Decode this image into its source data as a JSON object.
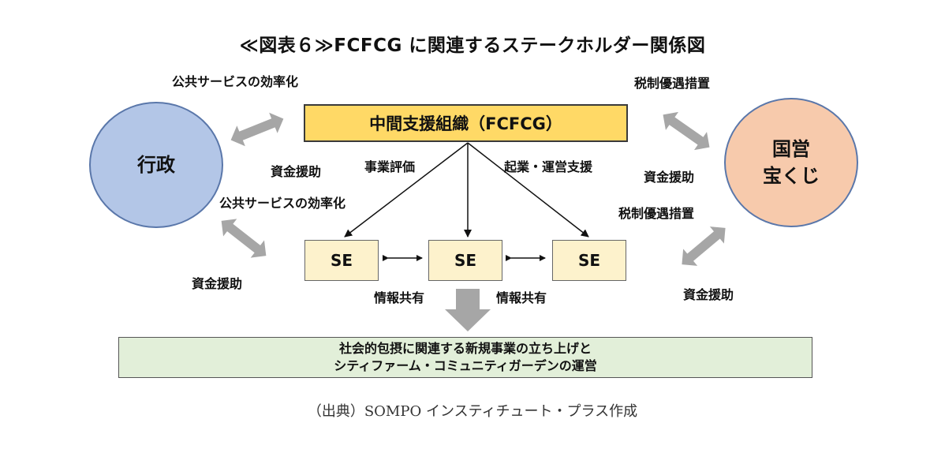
{
  "title": "≪図表６≫FCFCG に関連するステークホルダー関係図",
  "nodes": {
    "gyousei": "行政",
    "takarakuji_line1": "国営",
    "takarakuji_line2": "宝くじ",
    "fcfcg": "中間支援組織（FCFCG）",
    "se": [
      "SE",
      "SE",
      "SE"
    ],
    "outcome_line1": "社会的包摂に関連する新規事業の立ち上げと",
    "outcome_line2": "シティファーム・コミュニティガーデンの運営"
  },
  "labels": {
    "left_top_service": "公共サービスの効率化",
    "left_top_funding": "資金援助",
    "left_mid_service": "公共サービスの効率化",
    "left_bottom_funding": "資金援助",
    "evaluation": "事業評価",
    "startup_support": "起業・運営支援",
    "right_top_tax": "税制優遇措置",
    "right_top_funding": "資金援助",
    "right_mid_tax": "税制優遇措置",
    "right_bottom_funding": "資金援助",
    "info_share_1": "情報共有",
    "info_share_2": "情報共有"
  },
  "source": "（出典）SOMPO インスティチュート・プラス作成",
  "colors": {
    "gyousei_fill": "#b3c6e7",
    "takarakuji_fill": "#f7caac",
    "fcfcg_fill": "#ffd966",
    "se_fill": "#fdf2cc",
    "outcome_fill": "#e2efd9",
    "arrow_gray": "#a6a6a6"
  }
}
